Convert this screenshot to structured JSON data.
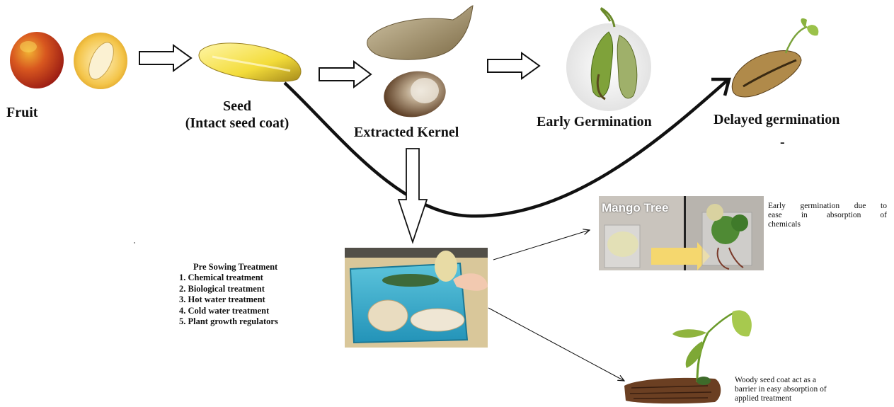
{
  "labels": {
    "fruit": "Fruit",
    "seed_line1": "Seed",
    "seed_line2": "(Intact seed coat)",
    "extracted_kernel": "Extracted Kernel",
    "early_germination": "Early Germination",
    "delayed_germination": "Delayed germination",
    "dash": "-"
  },
  "treatment": {
    "title": "Pre Sowing Treatment",
    "items": [
      "1. Chemical treatment",
      "2. Biological treatment",
      "3. Hot water treatment",
      "4. Cold water treatment",
      "5. Plant growth regulators"
    ]
  },
  "notes": {
    "early_line1": "Early germination due to",
    "early_line2": "ease in absorption of",
    "early_line3": "chemicals",
    "woody_line1": "Woody seed coat act as a",
    "woody_line2": "barrier in easy absorption of",
    "woody_line3": "applied treatment"
  },
  "photo_text": {
    "mango_tree": "Mango Tree"
  },
  "colors": {
    "arrow_stroke": "#111111",
    "water_box": "#2aa6c8",
    "mango_red": "#c23a1e",
    "mango_yellow": "#f1c232",
    "kernel_brown": "#6b4a2b"
  }
}
